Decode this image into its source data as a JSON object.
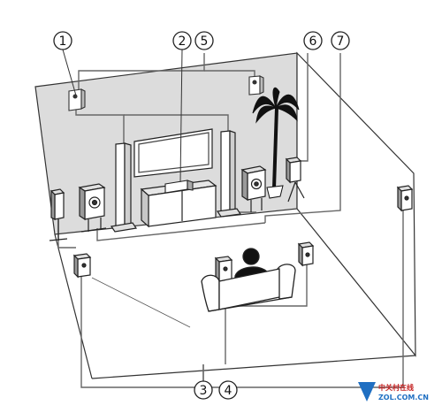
{
  "callouts": {
    "c1": "1",
    "c2": "2",
    "c3": "3",
    "c4": "4",
    "c5": "5",
    "c6": "6",
    "c7": "7"
  },
  "watermark": {
    "cn": "中关村在线",
    "en": "ZOL.COM.CN"
  }
}
